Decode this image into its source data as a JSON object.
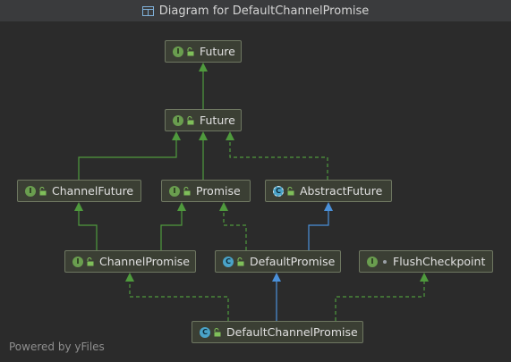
{
  "window": {
    "title": "Diagram for DefaultChannelPromise"
  },
  "footer": {
    "text": "Powered by yFiles"
  },
  "colors": {
    "background": "#2b2b2b",
    "node_fill": "#3b3f34",
    "node_border": "#6e7761",
    "extends_edge": "#4f9a3d",
    "class_edge": "#4a90d9",
    "interface_badge": "#6a9e4f",
    "class_badge": "#4aa3c8"
  },
  "nodes": [
    {
      "id": "future1",
      "label": "Future",
      "kind": "interface",
      "icons": [
        "interface-badge-icon",
        "lock-open-icon"
      ]
    },
    {
      "id": "future2",
      "label": "Future",
      "kind": "interface",
      "icons": [
        "interface-badge-icon",
        "lock-open-icon"
      ]
    },
    {
      "id": "channelFuture",
      "label": "ChannelFuture",
      "kind": "interface",
      "icons": [
        "interface-badge-icon",
        "lock-open-icon"
      ]
    },
    {
      "id": "promise",
      "label": "Promise",
      "kind": "interface",
      "icons": [
        "interface-badge-icon",
        "lock-open-icon"
      ]
    },
    {
      "id": "abstractFuture",
      "label": "AbstractFuture",
      "kind": "abstract-class",
      "icons": [
        "abstract-class-badge-icon",
        "lock-open-icon"
      ]
    },
    {
      "id": "channelPromise",
      "label": "ChannelPromise",
      "kind": "interface",
      "icons": [
        "interface-badge-icon",
        "lock-open-icon"
      ]
    },
    {
      "id": "defaultPromise",
      "label": "DefaultPromise",
      "kind": "class",
      "icons": [
        "class-badge-icon",
        "lock-open-icon"
      ]
    },
    {
      "id": "flushCheckpoint",
      "label": "FlushCheckpoint",
      "kind": "interface",
      "icons": [
        "interface-badge-icon",
        "package-private-dot-icon"
      ]
    },
    {
      "id": "defaultChannelPromise",
      "label": "DefaultChannelPromise",
      "kind": "class",
      "icons": [
        "class-badge-icon",
        "lock-open-icon"
      ]
    }
  ],
  "edges": [
    {
      "from": "future2",
      "to": "future1",
      "type": "extends",
      "style": "solid"
    },
    {
      "from": "channelFuture",
      "to": "future2",
      "type": "extends",
      "style": "solid"
    },
    {
      "from": "promise",
      "to": "future2",
      "type": "extends",
      "style": "solid"
    },
    {
      "from": "abstractFuture",
      "to": "future2",
      "type": "implements",
      "style": "dashed"
    },
    {
      "from": "channelPromise",
      "to": "channelFuture",
      "type": "extends",
      "style": "solid"
    },
    {
      "from": "channelPromise",
      "to": "promise",
      "type": "extends",
      "style": "solid"
    },
    {
      "from": "defaultPromise",
      "to": "promise",
      "type": "implements",
      "style": "dashed"
    },
    {
      "from": "defaultPromise",
      "to": "abstractFuture",
      "type": "extends-class",
      "style": "solid"
    },
    {
      "from": "defaultChannelPromise",
      "to": "channelPromise",
      "type": "implements",
      "style": "dashed"
    },
    {
      "from": "defaultChannelPromise",
      "to": "defaultPromise",
      "type": "extends-class",
      "style": "solid"
    },
    {
      "from": "defaultChannelPromise",
      "to": "flushCheckpoint",
      "type": "implements",
      "style": "dashed"
    }
  ]
}
